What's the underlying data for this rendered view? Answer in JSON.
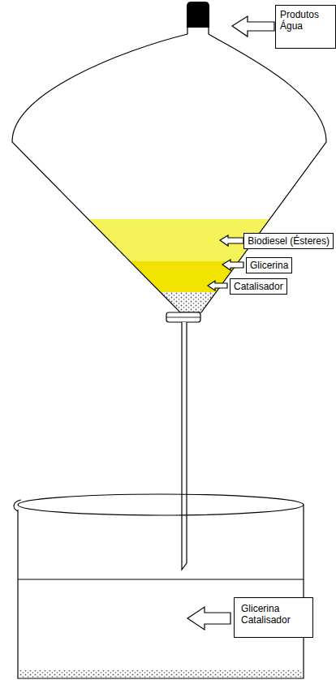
{
  "diagram": {
    "nodes": [
      {
        "text": [
          "Produtos Água"
        ]
      },
      {
        "text": [
          "Biodiesel (Ésteres)"
        ]
      },
      {
        "text": [
          "Glicerina"
        ]
      },
      {
        "text": [
          "Catalisador"
        ]
      },
      {
        "text": [
          "Glicerina Catalisador"
        ]
      }
    ],
    "edges": []
  }
}
